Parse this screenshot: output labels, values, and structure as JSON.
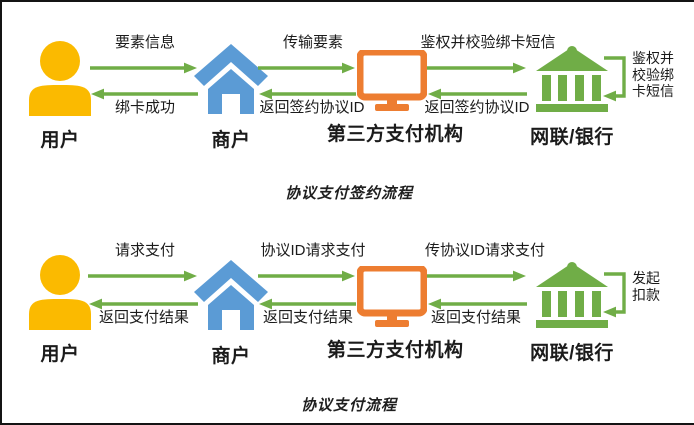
{
  "diagram": {
    "title_top": "协议支付签约流程",
    "title_bottom": "协议支付流程",
    "colors": {
      "user": "#FBBA00",
      "merchant": "#5B9BD5",
      "psp": "#ED7D31",
      "bank": "#70AD47",
      "arrow": "#70AD47",
      "text": "#1b1b1b",
      "background": "#ffffff",
      "frame": "#141414"
    }
  },
  "nodes": [
    {
      "id": "user",
      "label": "用户",
      "icon": "person-icon"
    },
    {
      "id": "merchant",
      "label": "商户",
      "icon": "house-icon"
    },
    {
      "id": "psp",
      "label": "第三方支付机构",
      "icon": "monitor-icon"
    },
    {
      "id": "bank",
      "label": "网联/银行",
      "icon": "bank-icon"
    }
  ],
  "sign_flow": {
    "caption": "协议支付签约流程",
    "edges": [
      {
        "from": "user",
        "to": "merchant",
        "direction": "right",
        "label": "要素信息"
      },
      {
        "from": "merchant",
        "to": "user",
        "direction": "left",
        "label": "绑卡成功"
      },
      {
        "from": "merchant",
        "to": "psp",
        "direction": "right",
        "label": "传输要素"
      },
      {
        "from": "psp",
        "to": "merchant",
        "direction": "left",
        "label": "返回签约协议ID"
      },
      {
        "from": "psp",
        "to": "bank",
        "direction": "right",
        "label": "鉴权并校验绑卡短信"
      },
      {
        "from": "bank",
        "to": "psp",
        "direction": "left",
        "label": "返回签约协议ID"
      }
    ],
    "self_loop": {
      "on": "bank",
      "label": "鉴权并\n校验绑\n卡短信"
    }
  },
  "pay_flow": {
    "caption": "协议支付流程",
    "edges": [
      {
        "from": "user",
        "to": "merchant",
        "direction": "right",
        "label": "请求支付"
      },
      {
        "from": "merchant",
        "to": "user",
        "direction": "left",
        "label": "返回支付结果"
      },
      {
        "from": "merchant",
        "to": "psp",
        "direction": "right",
        "label": "协议ID请求支付"
      },
      {
        "from": "psp",
        "to": "merchant",
        "direction": "left",
        "label": "返回支付结果"
      },
      {
        "from": "psp",
        "to": "bank",
        "direction": "right",
        "label": "传协议ID请求支付"
      },
      {
        "from": "bank",
        "to": "psp",
        "direction": "left",
        "label": "返回支付结果"
      }
    ],
    "self_loop": {
      "on": "bank",
      "label": "发起\n扣款"
    }
  }
}
